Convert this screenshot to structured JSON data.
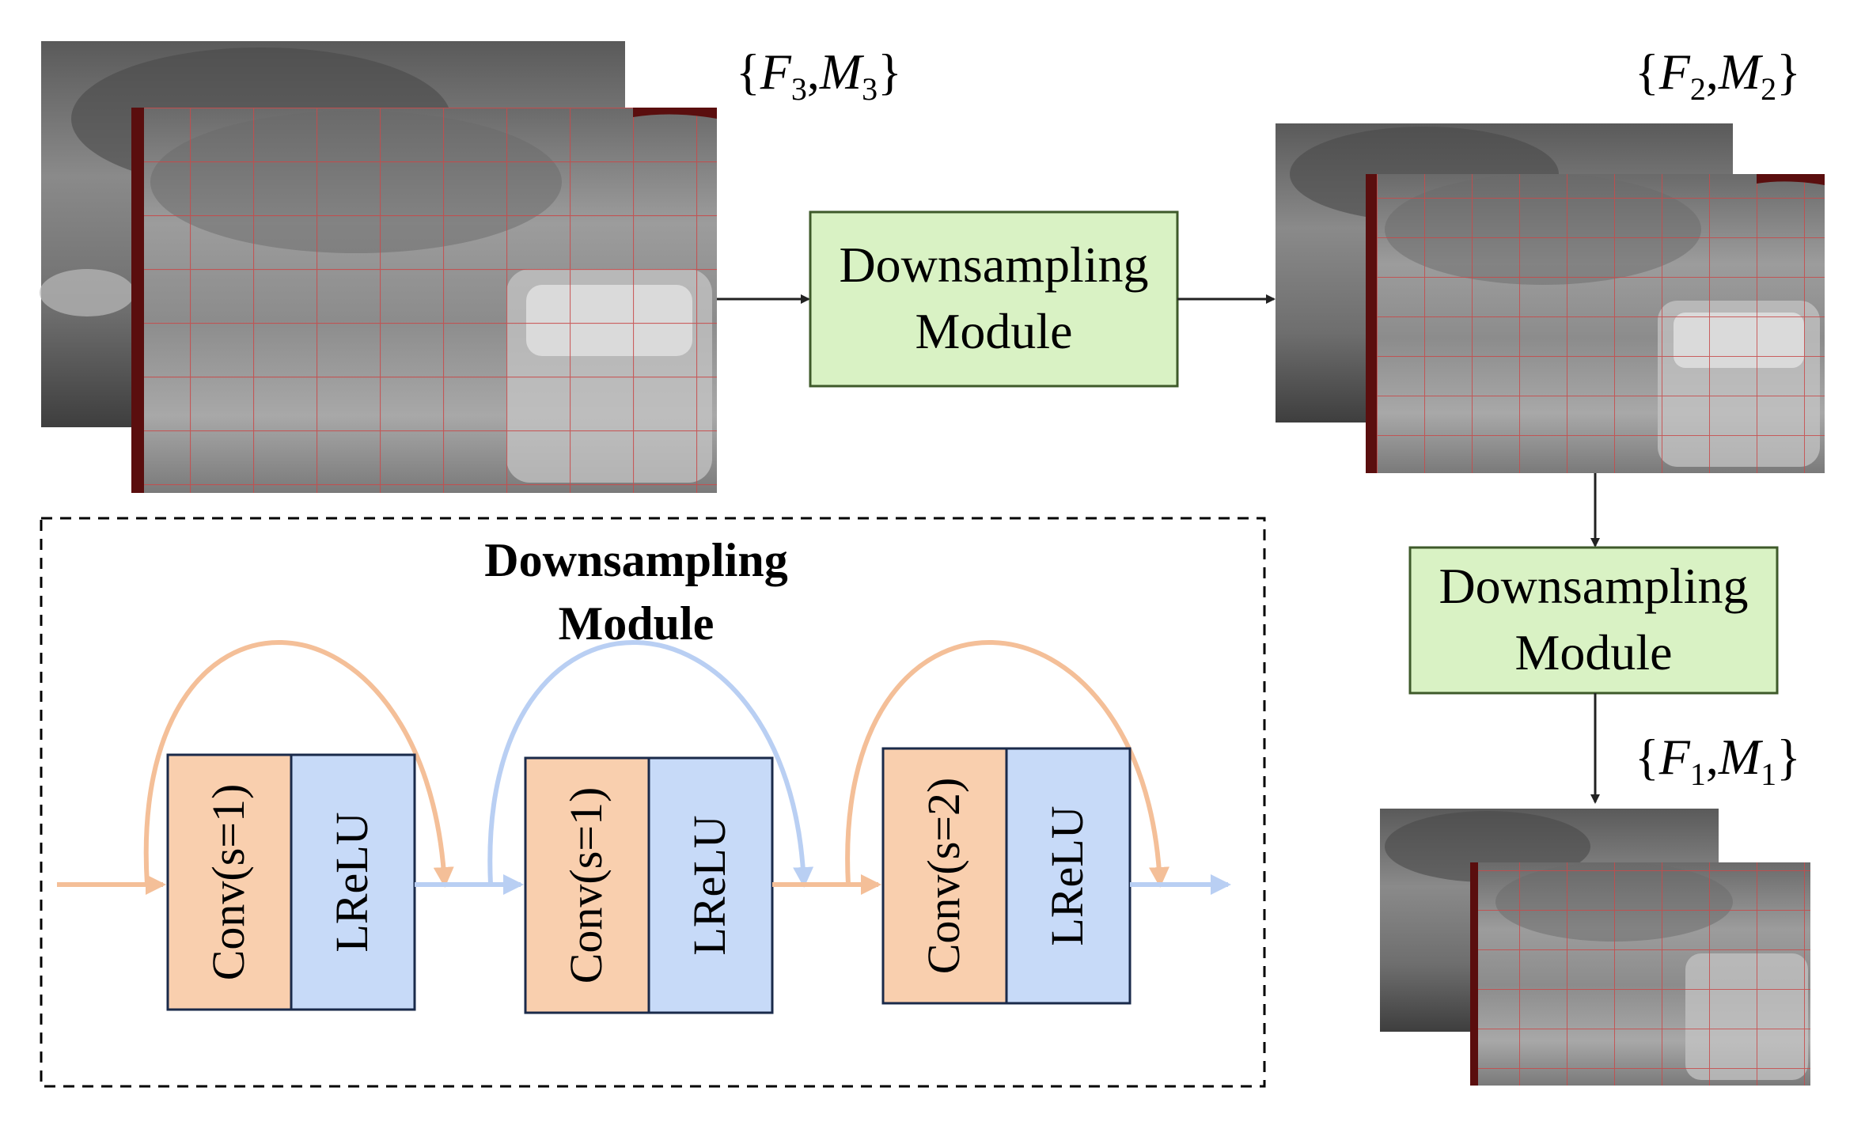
{
  "colors": {
    "module_fill": "#d9f2c4",
    "module_stroke": "#3e5a2a",
    "conv_fill": "#f9cfae",
    "lrelu_fill": "#c7daf8",
    "orange_arrow": "#f4bf98",
    "blue_arrow": "#b9cff3",
    "grid_red": "#c84a4a",
    "dark_arrow": "#222222"
  },
  "feature_labels": {
    "f3": {
      "letter1": "F",
      "sub1": "3",
      "letter2": "M",
      "sub2": "3"
    },
    "f2": {
      "letter1": "F",
      "sub1": "2",
      "letter2": "M",
      "sub2": "2"
    },
    "f1": {
      "letter1": "F",
      "sub1": "1",
      "letter2": "M",
      "sub2": "1"
    }
  },
  "modules": {
    "top": {
      "line1": "Downsampling",
      "line2": "Module"
    },
    "right": {
      "line1": "Downsampling",
      "line2": "Module"
    }
  },
  "detail_panel": {
    "title_line1": "Downsampling",
    "title_line2": "Module",
    "blocks": [
      {
        "conv": "Conv(s=1)",
        "act": "LReLU",
        "skip_color": "orange"
      },
      {
        "conv": "Conv(s=1)",
        "act": "LReLU",
        "skip_color": "blue"
      },
      {
        "conv": "Conv(s=2)",
        "act": "LReLU",
        "skip_color": "orange"
      }
    ]
  }
}
